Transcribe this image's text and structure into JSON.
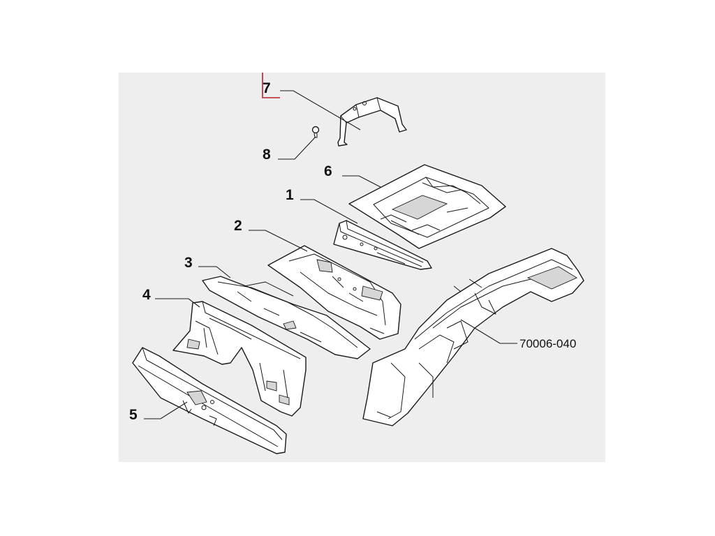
{
  "diagram": {
    "callouts": {
      "c1": "1",
      "c2": "2",
      "c3": "3",
      "c4": "4",
      "c5": "5",
      "c6": "6",
      "c7": "7",
      "c8": "8"
    },
    "drawing_ref": "70006-040",
    "highlighted_callout": "7",
    "colors": {
      "background": "#eeeeee",
      "highlight_box": "#b8202a",
      "line": "#1a1a1a"
    }
  }
}
